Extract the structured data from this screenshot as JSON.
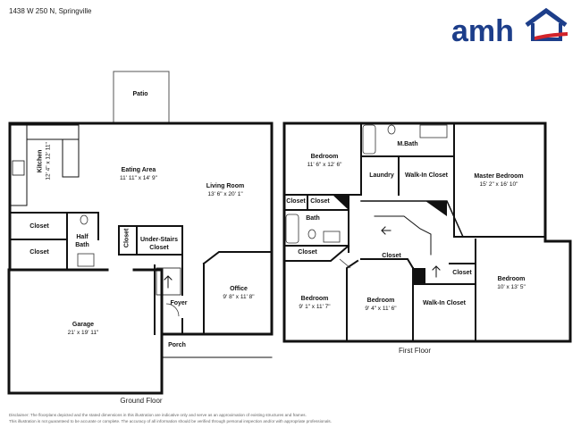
{
  "header": {
    "address": "1438 W 250 N, Springville",
    "logo_text": "amh"
  },
  "colors": {
    "logo_blue": "#1d3e8a",
    "logo_red": "#d2232a",
    "wall": "#111111",
    "stair_shade": "#d8d8d8"
  },
  "ground_floor": {
    "label": "Ground Floor",
    "rooms": [
      {
        "name": "Patio",
        "dims": ""
      },
      {
        "name": "Eating Area",
        "dims": "11' 11\" x 14' 9\""
      },
      {
        "name": "Living Room",
        "dims": "13' 6\" x 20' 1\""
      },
      {
        "name": "Kitchen",
        "dims": "12' 4\" x 12' 11\""
      },
      {
        "name": "Closet",
        "dims": ""
      },
      {
        "name": "Half Bath",
        "dims": ""
      },
      {
        "name": "Closet",
        "dims": ""
      },
      {
        "name": "Closet",
        "dims": ""
      },
      {
        "name": "Under-Stairs Closet",
        "dims": ""
      },
      {
        "name": "Office",
        "dims": "9' 8\" x 11' 8\""
      },
      {
        "name": "Foyer",
        "dims": ""
      },
      {
        "name": "Garage",
        "dims": "21' x 19' 11\""
      },
      {
        "name": "Porch",
        "dims": ""
      }
    ]
  },
  "first_floor": {
    "label": "First Floor",
    "rooms": [
      {
        "name": "Bedroom",
        "dims": "11' 6\" x 12' 6\""
      },
      {
        "name": "M.Bath",
        "dims": ""
      },
      {
        "name": "Laundry",
        "dims": ""
      },
      {
        "name": "Walk-In Closet",
        "dims": ""
      },
      {
        "name": "Master Bedroom",
        "dims": "15' 2\" x 16' 10\""
      },
      {
        "name": "Closet",
        "dims": ""
      },
      {
        "name": "Closet",
        "dims": ""
      },
      {
        "name": "Bath",
        "dims": ""
      },
      {
        "name": "Closet",
        "dims": ""
      },
      {
        "name": "Closet",
        "dims": ""
      },
      {
        "name": "Closet",
        "dims": ""
      },
      {
        "name": "Bedroom",
        "dims": "10' x 13' 5\""
      },
      {
        "name": "Bedroom",
        "dims": "9' 1\" x 11' 7\""
      },
      {
        "name": "Bedroom",
        "dims": "9' 4\" x 11' 6\""
      },
      {
        "name": "Walk-In Closet",
        "dims": ""
      }
    ]
  },
  "disclaimer": {
    "line1": "Disclaimer: The floorplans depicted and the stated dimensions in this illustration are indicative only and serve as an approximation of existing structures and frames.",
    "line2": "This illustration is not guaranteed to be accurate or complete. The accuracy of all information should be verified through personal inspection and/or with appropriate professionals."
  }
}
